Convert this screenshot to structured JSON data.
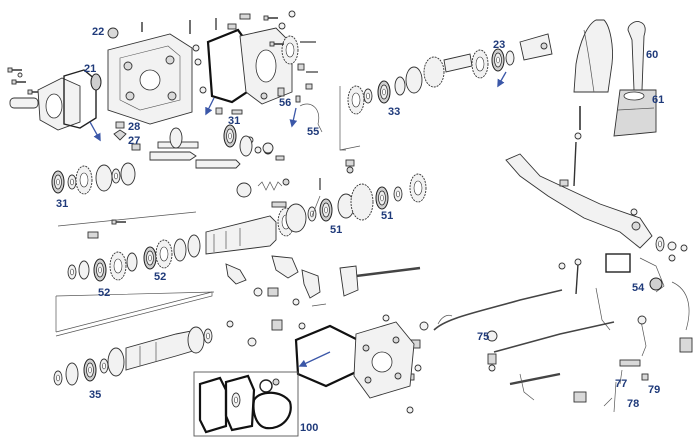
{
  "diagram": {
    "callouts": {
      "c22": "22",
      "c21": "21",
      "c28": "28",
      "c27": "27",
      "c31a": "31",
      "c31b": "31",
      "c56": "56",
      "c55": "55",
      "c23": "23",
      "c33": "33",
      "c60": "60",
      "c61": "61",
      "c51a": "51",
      "c51b": "51",
      "c52a": "52",
      "c52b": "52",
      "c54": "54",
      "c75": "75",
      "c77": "77",
      "c78": "78",
      "c79": "79",
      "c35": "35",
      "c100": "100"
    },
    "colors": {
      "callout": "#1f3a7a",
      "arrow": "#3b57a8",
      "ink": "#333333"
    }
  }
}
